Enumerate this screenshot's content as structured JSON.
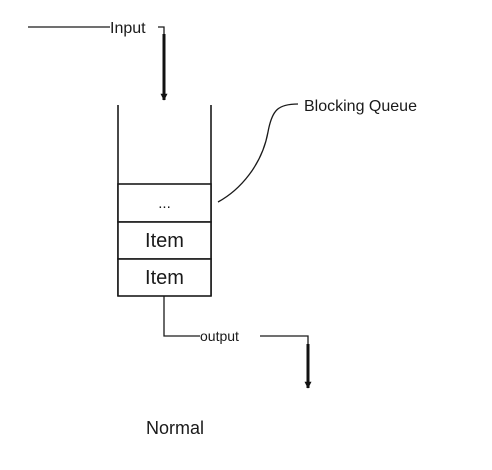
{
  "diagram": {
    "input_label": "Input",
    "queue_label": "Blocking Queue",
    "slots": [
      "...",
      "Item",
      "Item"
    ],
    "output_label": "output",
    "caption": "Normal"
  }
}
